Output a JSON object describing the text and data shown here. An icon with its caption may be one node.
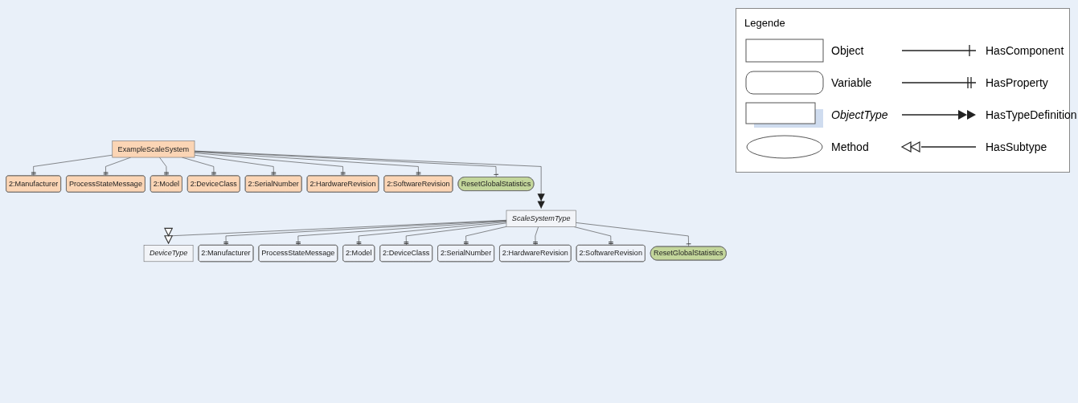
{
  "diagram": {
    "nodes": [
      {
        "text": [
          "DeviceType"
        ]
      },
      {
        "text": [
          "ScaleSystemType"
        ]
      },
      {
        "text": [
          "ExampleScaleSystem"
        ]
      },
      {
        "text": [
          "2:Manufacturer"
        ]
      },
      {
        "text": [
          "ProcessStateMessage"
        ]
      },
      {
        "text": [
          "2:Model"
        ]
      },
      {
        "text": [
          "2:DeviceClass"
        ]
      },
      {
        "text": [
          "2:SerialNumber"
        ]
      },
      {
        "text": [
          "2:HardwareRevision"
        ]
      },
      {
        "text": [
          "2:SoftwareRevision"
        ]
      },
      {
        "text": [
          "ResetGlobalStatistics"
        ]
      },
      {
        "text": [
          "2:Manufacturer"
        ]
      },
      {
        "text": [
          "ProcessStateMessage"
        ]
      },
      {
        "text": [
          "2:Model"
        ]
      },
      {
        "text": [
          "2:DeviceClass"
        ]
      },
      {
        "text": [
          "2:SerialNumber"
        ]
      },
      {
        "text": [
          "2:HardwareRevision"
        ]
      },
      {
        "text": [
          "2:SoftwareRevision"
        ]
      },
      {
        "text": [
          "ResetGlobalStatistics"
        ]
      }
    ],
    "edges": [
      {
        "from": 1,
        "to": 0,
        "arrow": "to"
      },
      {
        "from": 2,
        "to": 1,
        "arrow": "to"
      },
      {
        "from": 1,
        "to": 3,
        "arrow": "other"
      },
      {
        "from": 1,
        "to": 4,
        "arrow": "other"
      },
      {
        "from": 1,
        "to": 5,
        "arrow": "other"
      },
      {
        "from": 1,
        "to": 6,
        "arrow": "other"
      },
      {
        "from": 1,
        "to": 7,
        "arrow": "other"
      },
      {
        "from": 1,
        "to": 8,
        "arrow": "other"
      },
      {
        "from": 1,
        "to": 9,
        "arrow": "other"
      },
      {
        "from": 1,
        "to": 10,
        "arrow": "other"
      },
      {
        "from": 2,
        "to": 11,
        "arrow": "other"
      },
      {
        "from": 2,
        "to": 12,
        "arrow": "other"
      },
      {
        "from": 2,
        "to": 13,
        "arrow": "other"
      },
      {
        "from": 2,
        "to": 14,
        "arrow": "other"
      },
      {
        "from": 2,
        "to": 15,
        "arrow": "other"
      },
      {
        "from": 2,
        "to": 16,
        "arrow": "other"
      },
      {
        "from": 2,
        "to": 17,
        "arrow": "other"
      },
      {
        "from": 2,
        "to": 18,
        "arrow": "other"
      }
    ],
    "labels": [
      "Legende"
    ],
    "legend": [
      {
        "text": "Object"
      },
      {
        "text": "HasComponent"
      },
      {
        "text": "Variable"
      },
      {
        "text": "HasProperty"
      },
      {
        "text": "ObjectType"
      },
      {
        "text": "HasTypeDefinition"
      },
      {
        "text": "Method"
      },
      {
        "text": "HasSubtype"
      }
    ]
  }
}
